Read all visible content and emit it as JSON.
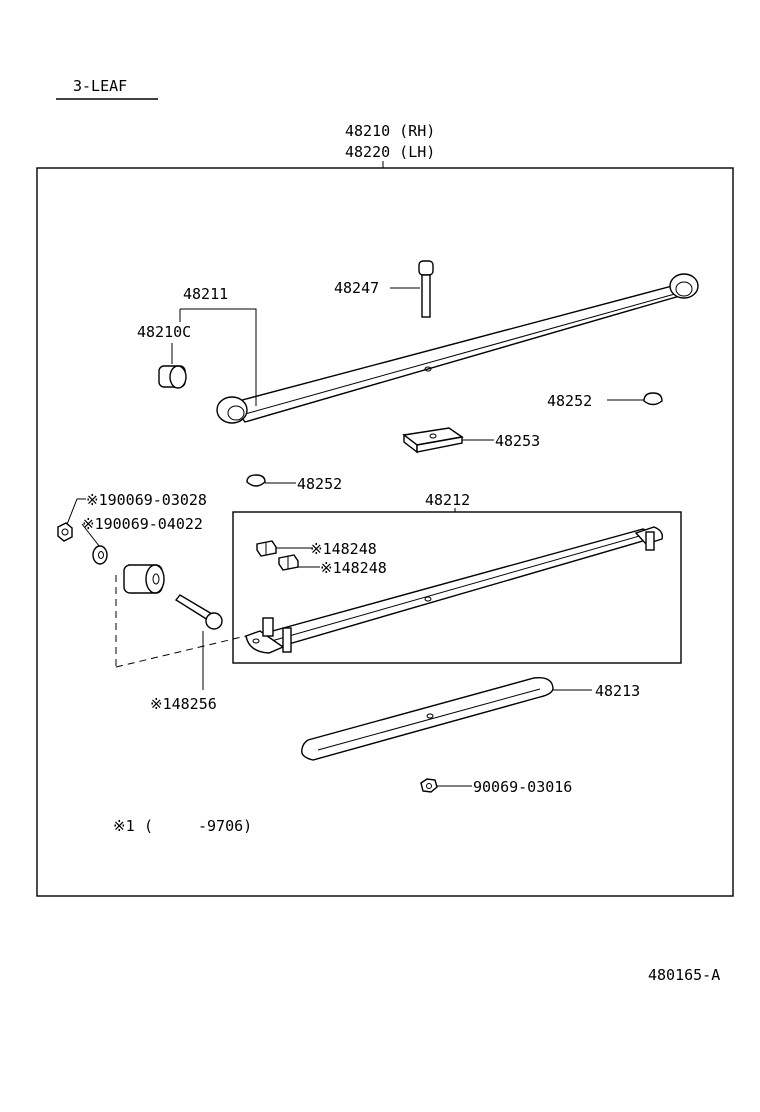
{
  "header": {
    "title": "3-LEAF"
  },
  "assembly": {
    "label_rh": "48210 (RH)",
    "label_lh": "48220 (LH)"
  },
  "callouts": {
    "main_leaf": "48211",
    "bushing": "48210C",
    "center_bolt": "48247",
    "bumper_upper_right": "48252",
    "bumper_left": "48252",
    "spacer_plate": "48253",
    "second_leaf": "48212",
    "clip_upper": "※148248",
    "clip_lower": "※148248",
    "nut_left": "※190069-03028",
    "washer_left": "※190069-04022",
    "clip_bolt": "※148256",
    "third_leaf": "48213",
    "center_nut": "90069-03016"
  },
  "note": {
    "symbol": "※1",
    "open": "(",
    "range": "-9706)"
  },
  "figure_id": "480165-A",
  "icons": [
    "leaf-spring-icon",
    "bushing-icon",
    "bolt-icon",
    "nut-icon",
    "washer-icon",
    "bumper-icon",
    "spacer-plate-icon",
    "clip-icon"
  ]
}
